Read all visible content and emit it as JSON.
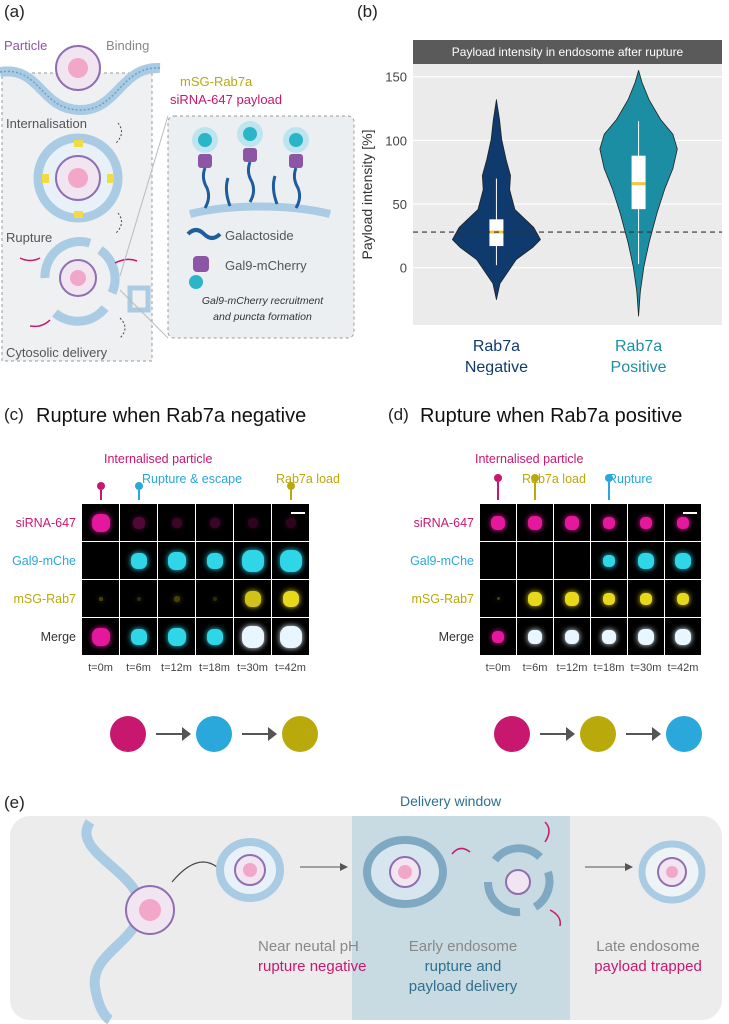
{
  "panel_a": {
    "label": "(a)",
    "particle": "Particle",
    "binding": "Binding",
    "internalisation": "Internalisation",
    "rupture": "Rupture",
    "cytosolic": "Cytosolic delivery",
    "legend_rab7": "mSG-Rab7a",
    "legend_sirna": "siRNA-647 payload",
    "galactoside": "Galactoside",
    "gal9": "Gal9-mCherry",
    "caption_line1": "Gal9-mCherry recruitment",
    "caption_line2": "and puncta formation"
  },
  "panel_b": {
    "label": "(b)"
  },
  "chart_data": {
    "type": "violin",
    "title": "Payload intensity in endosome after rupture",
    "ylabel": "Payload intensity [%]",
    "ylim": [
      -45,
      160
    ],
    "yticks": [
      0,
      50,
      100,
      150
    ],
    "reference_line": 28,
    "categories": [
      "Rab7a Negative",
      "Rab7a Positive"
    ],
    "category_lines": [
      [
        "Rab7a",
        "Negative"
      ],
      [
        "Rab7a",
        "Positive"
      ]
    ],
    "series": [
      {
        "color": "#0f3a6e",
        "median": 28,
        "q1": 17,
        "q3": 38,
        "whisker_low": 2,
        "whisker_high": 70,
        "min": -25,
        "max": 132
      },
      {
        "color": "#1c8ea3",
        "median": 66,
        "q1": 46,
        "q3": 88,
        "whisker_low": 3,
        "whisker_high": 115,
        "min": -38,
        "max": 155
      }
    ]
  },
  "panel_c": {
    "label": "(c)",
    "title": "Rupture when Rab7a negative",
    "events": [
      "Internalised particle",
      "Rupture & escape",
      "Rab7a load"
    ],
    "rows": [
      "siRNA-647",
      "Gal9-mChe",
      "mSG-Rab7",
      "Merge"
    ],
    "times": [
      "t=0m",
      "t=6m",
      "t=12m",
      "t=18m",
      "t=30m",
      "t=42m"
    ]
  },
  "panel_d": {
    "label": "(d)",
    "title": "Rupture when Rab7a positive",
    "events": [
      "Internalised particle",
      "Rab7a load",
      "Rupture"
    ],
    "rows": [
      "siRNA-647",
      "Gal9-mChe",
      "mSG-Rab7",
      "Merge"
    ],
    "times": [
      "t=0m",
      "t=6m",
      "t=12m",
      "t=18m",
      "t=30m",
      "t=42m"
    ]
  },
  "panel_e": {
    "label": "(e)",
    "window": "Delivery window",
    "s1_line1": "Near neutal pH",
    "s1_line2": "rupture negative",
    "s2_line1": "Early endosome",
    "s2_line2": "rupture and",
    "s2_line3": "payload delivery",
    "s3_line1": "Late endosome",
    "s3_line2": "payload trapped"
  },
  "colors": {
    "magenta": "#c8176f",
    "cyan": "#2aa7db",
    "olive": "#b9a90b",
    "navy": "#0f3a6e",
    "teal": "#1c8ea3"
  }
}
